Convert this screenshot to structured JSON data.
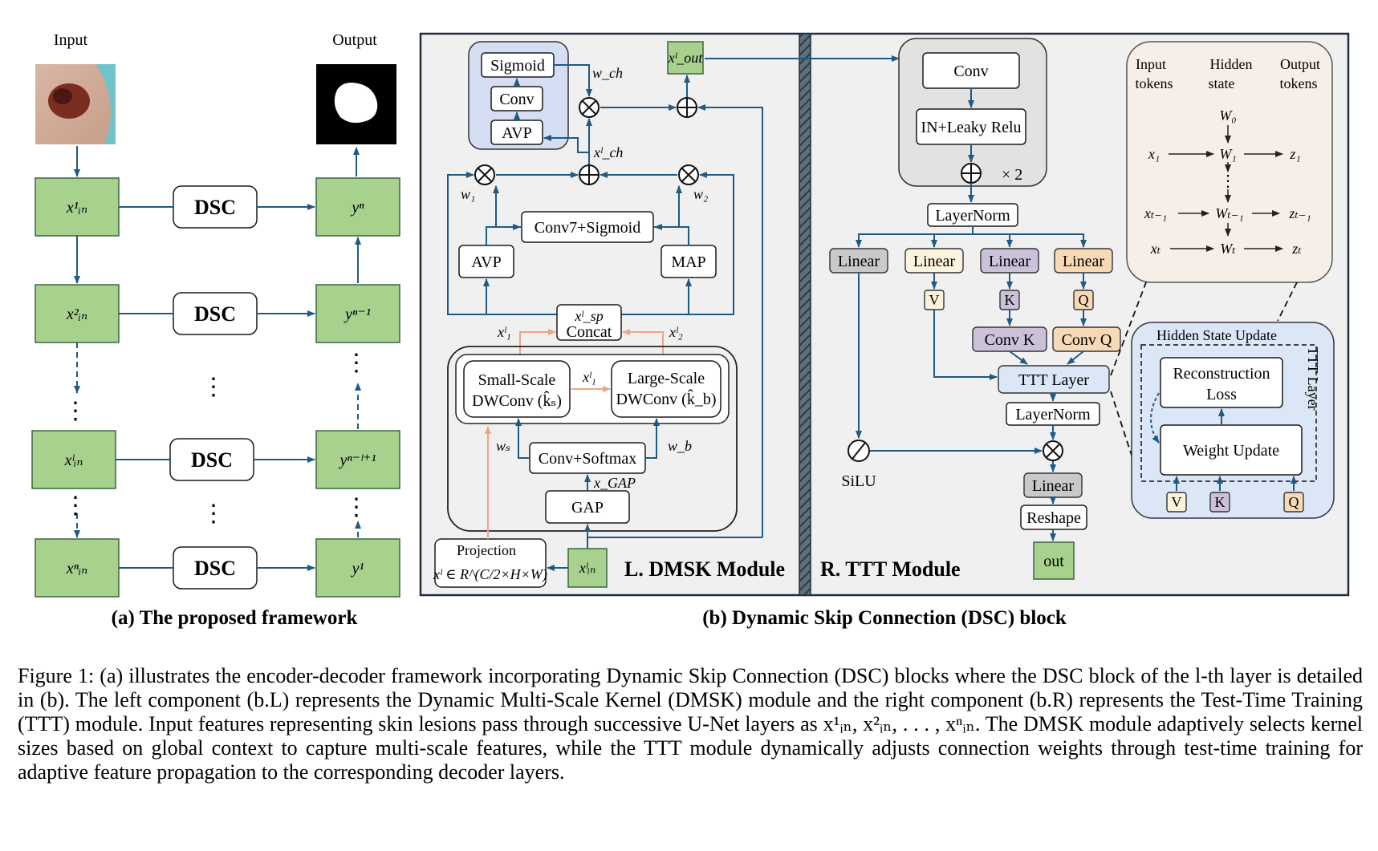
{
  "figure": {
    "panel_a": {
      "input_label": "Input",
      "output_label": "Output",
      "encoder": [
        "x¹ᵢₙ",
        "x²ᵢₙ",
        "xˡᵢₙ",
        "xⁿᵢₙ"
      ],
      "decoder": [
        "yⁿ",
        "yⁿ⁻¹",
        "yⁿ⁻ˡ⁺¹",
        "y¹"
      ],
      "dsc": "DSC",
      "dots": "⋮",
      "caption": "(a) The proposed framework"
    },
    "dmsk": {
      "title": "L. DMSK Module",
      "sigmoid": "Sigmoid",
      "conv": "Conv",
      "avp": "AVP",
      "map": "MAP",
      "w_ch": "w_ch",
      "x_ch": "xˡ_ch",
      "x_out": "xˡ_out",
      "w1": "w₁",
      "w2": "w₂",
      "conv7": "Conv7+Sigmoid",
      "x_sp": "xˡ_sp",
      "concat": "Concat",
      "x1": "xˡ₁",
      "x2": "xˡ₂",
      "small1": "Small-Scale",
      "small2": "DWConv (k̂ₛ)",
      "large1": "Large-Scale",
      "large2": "DWConv (k̂_b)",
      "ws": "wₛ",
      "wb": "w_b",
      "conv_softmax": "Conv+Softmax",
      "x_gap": "x_GAP",
      "gap": "GAP",
      "projection": "Projection",
      "proj_formula": "xˡ ∈ R^(C/2×H×W)",
      "x_in": "xˡᵢₙ"
    },
    "ttt": {
      "title": "R. TTT Module",
      "conv": "Conv",
      "in_leaky": "IN+Leaky Relu",
      "times2": "× 2",
      "layernorm": "LayerNorm",
      "linear": "Linear",
      "v": "V",
      "k": "K",
      "q": "Q",
      "conv_k": "Conv K",
      "conv_q": "Conv Q",
      "ttt_layer": "TTT Layer",
      "layernorm2": "LayerNorm",
      "silu": "SiLU",
      "linear2": "Linear",
      "reshape": "Reshape",
      "out": "out",
      "input_tokens1": "Input",
      "input_tokens2": "tokens",
      "hidden1": "Hidden",
      "hidden2": "state",
      "output_tokens1": "Output",
      "output_tokens2": "tokens",
      "w0": "W₀",
      "w1": "W₁",
      "wt1": "Wₜ₋₁",
      "wt": "Wₜ",
      "x1": "x₁",
      "xt1": "xₜ₋₁",
      "xt": "xₜ",
      "z1": "z₁",
      "zt1": "zₜ₋₁",
      "zt": "zₜ",
      "hsu": "Hidden State Update",
      "ttt_layer_v": "TTT Layer",
      "recon1": "Reconstruction",
      "recon2": "Loss",
      "weight_update": "Weight Update"
    },
    "caption_b": "(b) Dynamic Skip Connection (DSC) block"
  },
  "caption": "Figure 1: (a) illustrates the encoder-decoder framework incorporating Dynamic Skip Connection (DSC) blocks where the DSC block of the l-th layer is detailed in (b). The left component (b.L) represents the Dynamic Multi-Scale Kernel (DMSK) module and the right component (b.R) represents the Test-Time Training (TTT) module. Input features representing skin lesions pass through successive U-Net layers as x¹ᵢₙ, x²ᵢₙ, . . . , xⁿᵢₙ. The DMSK module adaptively selects kernel sizes based on global context to capture multi-scale features, while the TTT module dynamically adjusts connection weights through test-time training for adaptive feature propagation to the corresponding decoder layers."
}
